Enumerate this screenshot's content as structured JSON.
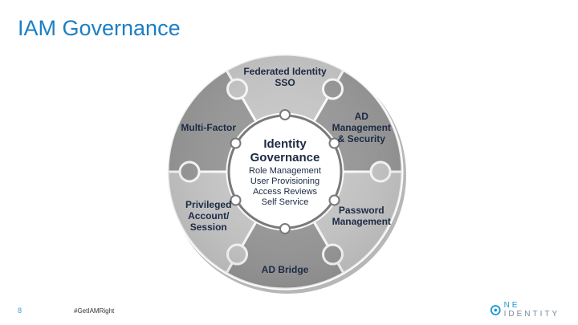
{
  "slide": {
    "title": "IAM Governance",
    "page_number": "8",
    "hashtag": "#GetIAMRight"
  },
  "diagram": {
    "segments": [
      {
        "id": "federated",
        "lines": [
          "Federated Identity",
          "SSO"
        ],
        "color": "#c9c9c9"
      },
      {
        "id": "ad-mgmt",
        "lines": [
          "AD",
          "Management",
          "& Security"
        ],
        "color": "#9a9a9a"
      },
      {
        "id": "password",
        "lines": [
          "Password",
          "Management"
        ],
        "color": "#c9c9c9"
      },
      {
        "id": "ad-bridge",
        "lines": [
          "AD Bridge"
        ],
        "color": "#9a9a9a"
      },
      {
        "id": "privileged",
        "lines": [
          "Privileged",
          "Account/",
          "Session"
        ],
        "color": "#c9c9c9"
      },
      {
        "id": "multi-factor",
        "lines": [
          "Multi-Factor"
        ],
        "color": "#9a9a9a"
      }
    ],
    "center": {
      "title_lines": [
        "Identity",
        "Governance"
      ],
      "items": [
        "Role Management",
        "User Provisioning",
        "Access Reviews",
        "Self Service"
      ]
    }
  },
  "logo": {
    "mark": "one",
    "text": "IDENTITY",
    "accent_color": "#1b9ad6"
  }
}
